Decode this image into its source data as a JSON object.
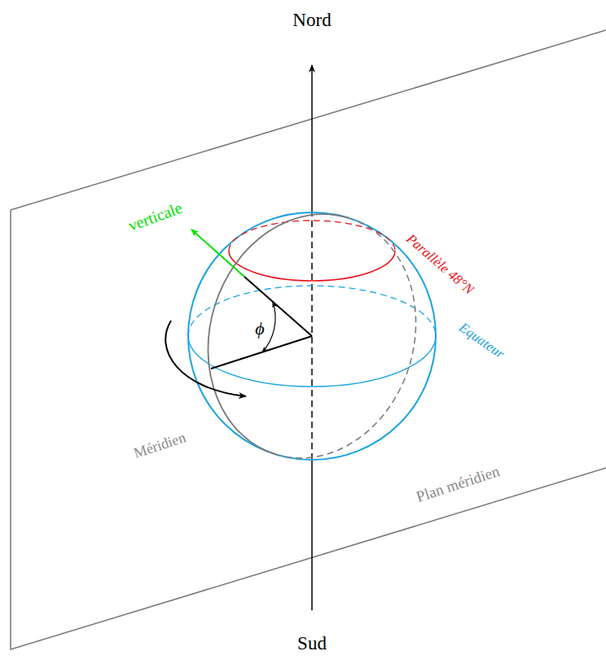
{
  "diagram": {
    "labels": [
      "Nord",
      "Sud",
      "verticale",
      "Parallèle 48°N",
      "Equateur",
      "ϕ",
      "Méridien",
      "Plan méridien"
    ]
  }
}
